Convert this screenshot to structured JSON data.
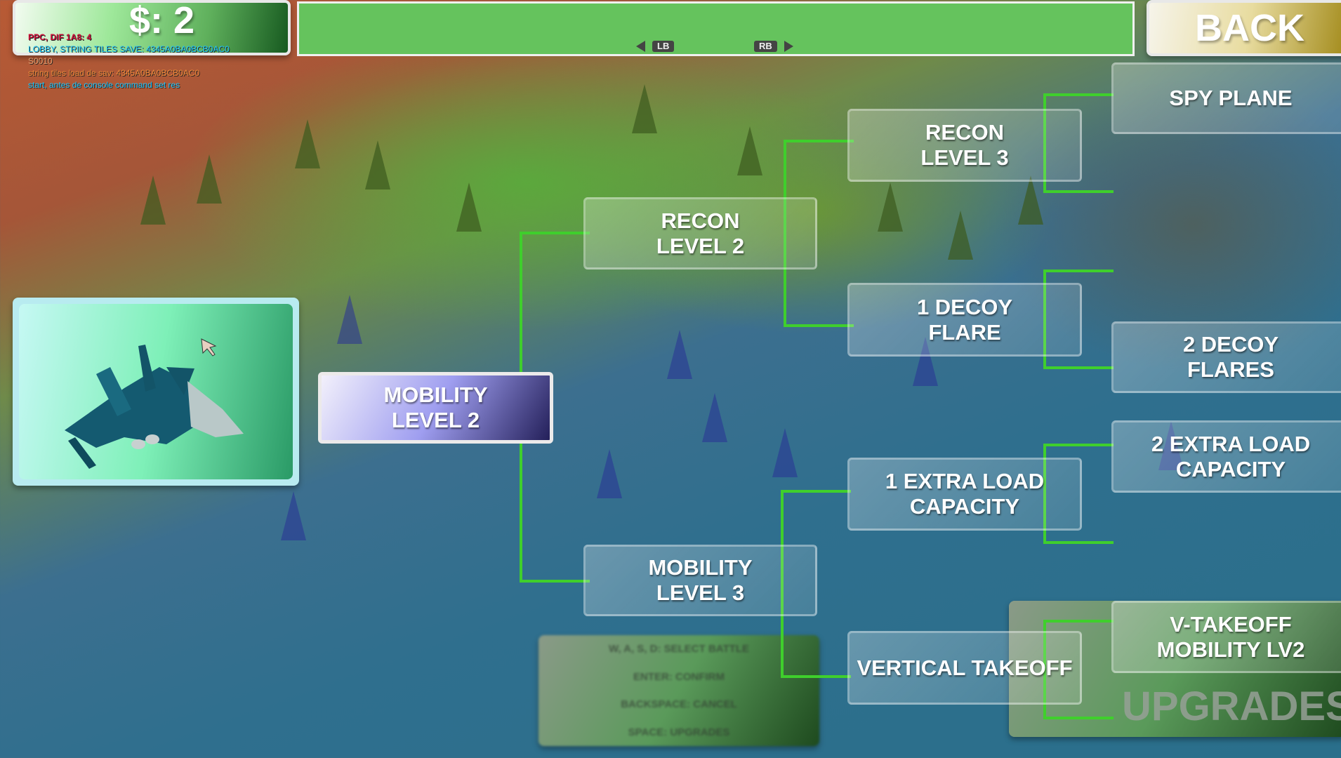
{
  "hud": {
    "money_label": "$: 2",
    "debug": {
      "line1": "PPC, DIF 1A8:  4",
      "line2": "LOBBY, STRING TILES SAVE: 4345A0BA0BCB0AC0",
      "line3": "S0010",
      "line4": "string tiles load de sav: 4345A0BA0BCB0AC0",
      "line5": "start, antes de console command set res"
    },
    "lb_label": "LB",
    "rb_label": "RB",
    "back_label": "BACK"
  },
  "aircraft_preview": {
    "name": "jet-fighter"
  },
  "tree": {
    "nodes": [
      {
        "id": "mobility-2",
        "label": "MOBILITY\nLEVEL 2",
        "selected": true
      },
      {
        "id": "recon-2",
        "label": "RECON\nLEVEL 2"
      },
      {
        "id": "mobility-3",
        "label": "MOBILITY\nLEVEL 3"
      },
      {
        "id": "recon-3",
        "label": "RECON\nLEVEL 3"
      },
      {
        "id": "decoy-1",
        "label": "1 DECOY\nFLARE"
      },
      {
        "id": "load-1",
        "label": "1 EXTRA LOAD\nCAPACITY"
      },
      {
        "id": "vtakeoff",
        "label": "VERTICAL TAKEOFF"
      },
      {
        "id": "spy-plane",
        "label": "SPY PLANE"
      },
      {
        "id": "decoy-2",
        "label": "2 DECOY\nFLARES"
      },
      {
        "id": "load-2",
        "label": "2 EXTRA LOAD\nCAPACITY"
      },
      {
        "id": "vtakeoff-2",
        "label": "V-TAKEOFF\nMOBILITY LV2"
      }
    ],
    "line_color": "#3fcf2c"
  },
  "background_panel": {
    "lines": [
      "W, A, S, D: SELECT BATTLE",
      "ENTER: CONFIRM",
      "BACKSPACE: CANCEL",
      "SPACE: UPGRADES"
    ],
    "upgrades_title": "UPGRADES"
  }
}
